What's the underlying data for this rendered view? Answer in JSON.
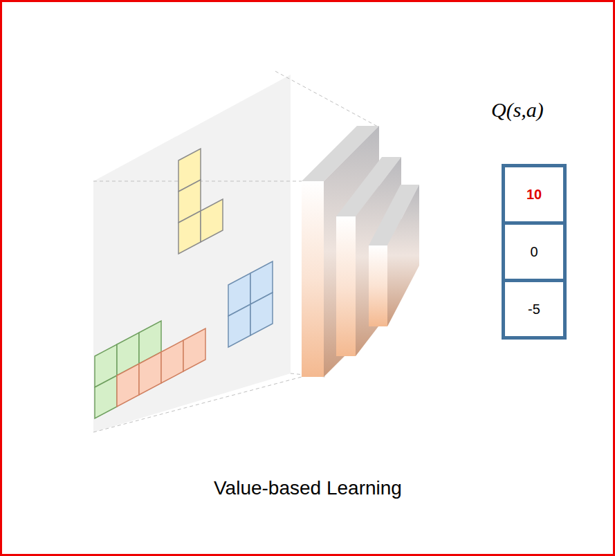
{
  "diagram": {
    "caption": "Value-based Learning",
    "nodes": [
      {
        "text": [
          "10"
        ]
      },
      {
        "text": [
          "0"
        ]
      },
      {
        "text": [
          "-5"
        ]
      }
    ],
    "labels": [
      "Q(s,a)"
    ]
  }
}
